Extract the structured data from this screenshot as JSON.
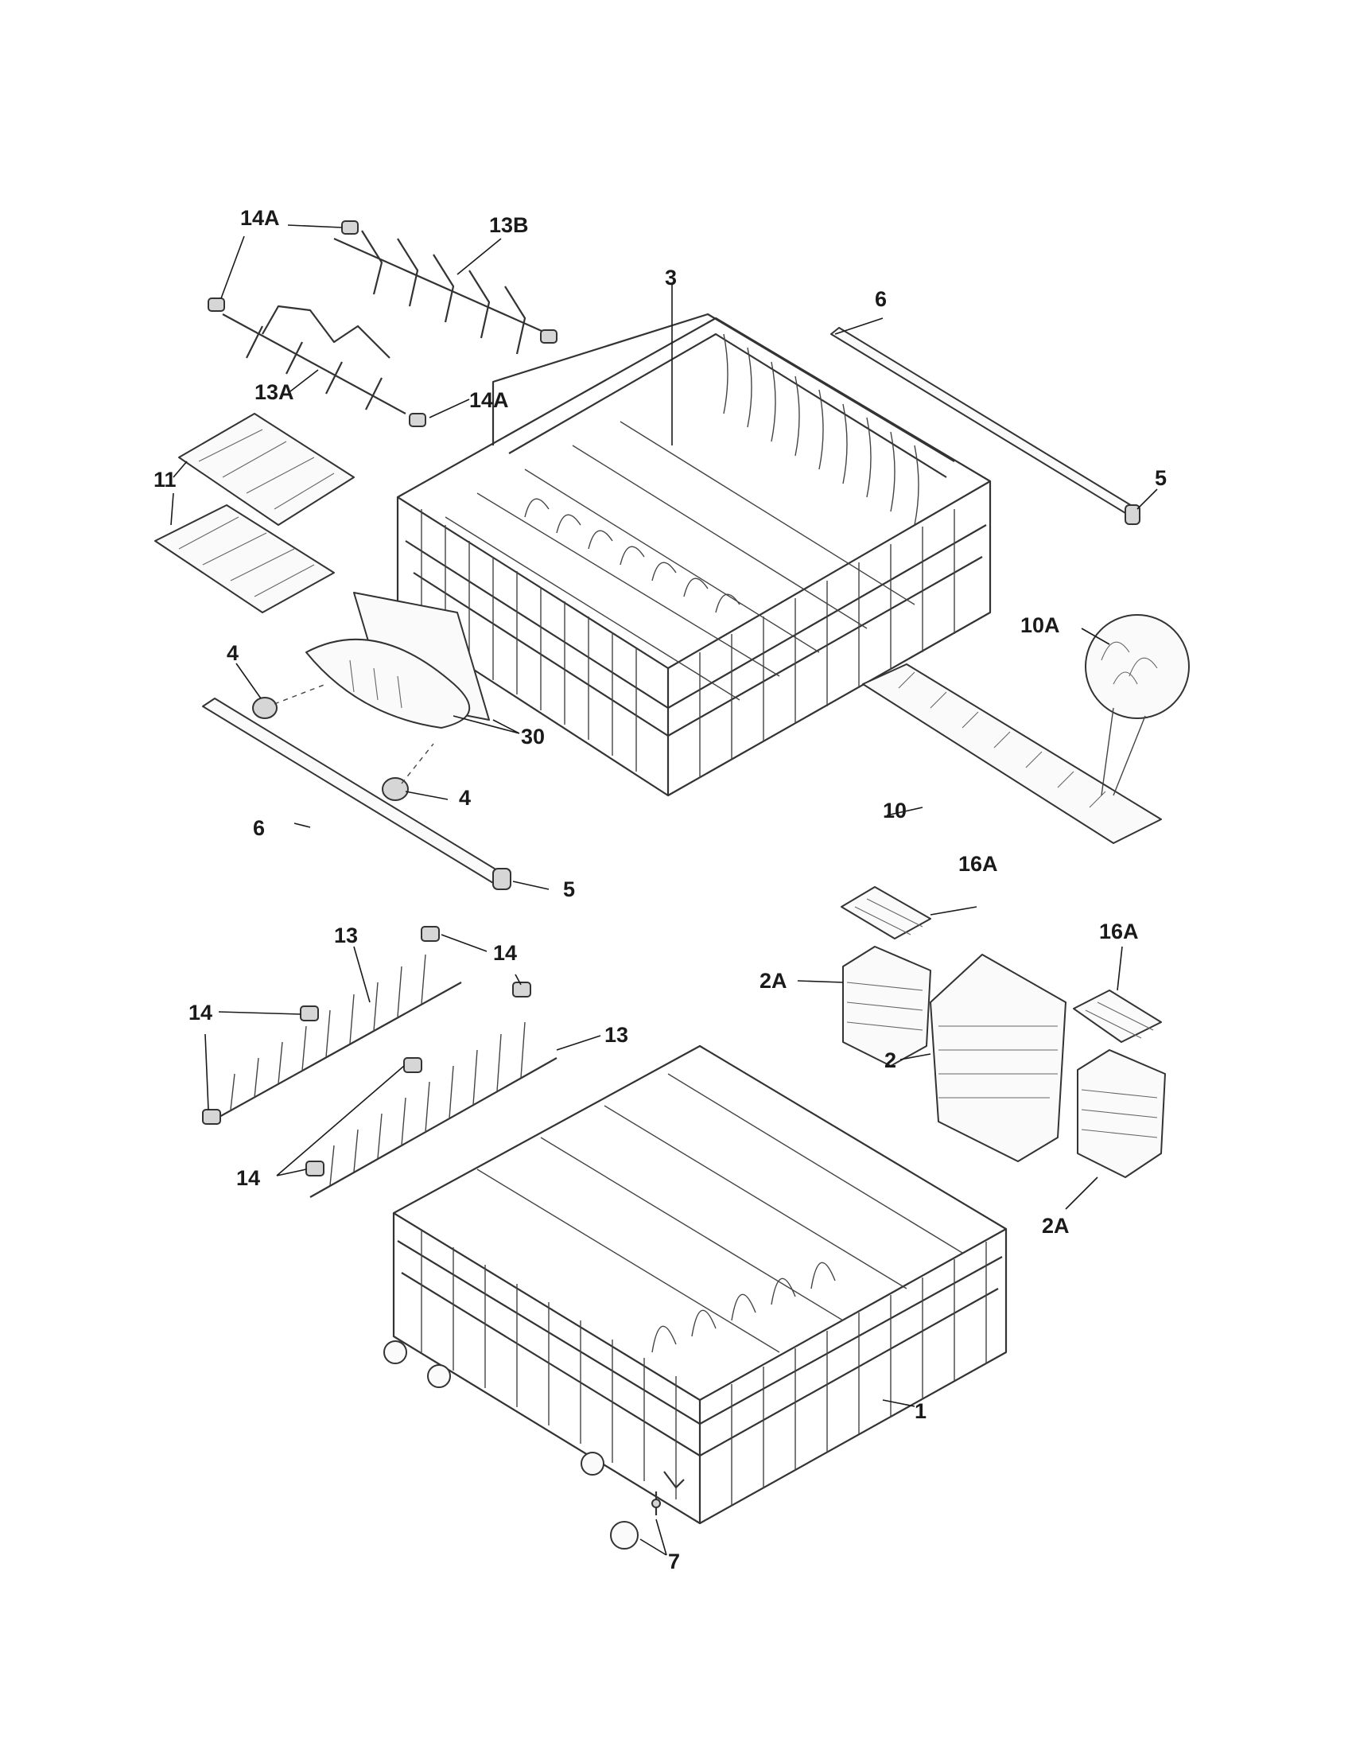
{
  "callouts": {
    "l_14A_top": "14A",
    "l_13B": "13B",
    "l_13A": "13A",
    "l_14A_mid": "14A",
    "l_3": "3",
    "l_6_top": "6",
    "l_5_top": "5",
    "l_11": "11",
    "l_10A": "10A",
    "l_4_left": "4",
    "l_30": "30",
    "l_4_right": "4",
    "l_10": "10",
    "l_6_bottom": "6",
    "l_5_bottom": "5",
    "l_16A_top": "16A",
    "l_13_top": "13",
    "l_14_a": "14",
    "l_16A_right": "16A",
    "l_2A_top": "2A",
    "l_14_b": "14",
    "l_13_right": "13",
    "l_2": "2",
    "l_14_c": "14",
    "l_2A_bottom": "2A",
    "l_1": "1",
    "l_7": "7"
  }
}
